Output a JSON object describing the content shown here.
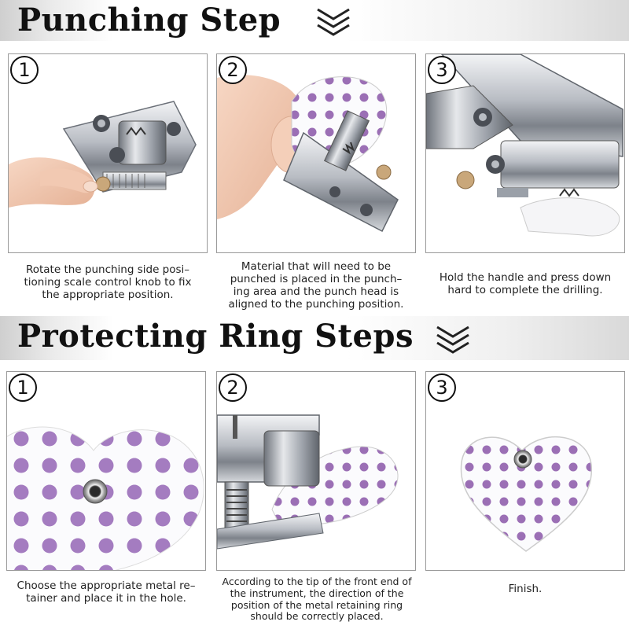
{
  "section1": {
    "title": "Punching Step",
    "steps": [
      {
        "number": "1",
        "caption": [
          "Rotate the punching side posi–",
          "tioning scale control knob to fix",
          "the appropriate position."
        ]
      },
      {
        "number": "2",
        "caption": [
          "Material that will need to be",
          "punched is placed in the punch–",
          "ing area and the punch head is",
          "aligned to the punching position."
        ]
      },
      {
        "number": "3",
        "caption": [
          "Hold the handle and press down",
          "hard to complete the drilling."
        ]
      }
    ]
  },
  "section2": {
    "title": "Protecting Ring Steps",
    "steps": [
      {
        "number": "1",
        "caption": [
          "Choose the appropriate metal re–",
          "tainer and place it in the hole."
        ]
      },
      {
        "number": "2",
        "caption": [
          "According to the tip of the front end of",
          "the instrument, the direction of the",
          "position of the metal retaining ring",
          "should be correctly placed."
        ]
      },
      {
        "number": "3",
        "caption": [
          "Finish."
        ]
      }
    ]
  },
  "icons": {
    "chevron": "triple-chevron-down-icon",
    "photo1": "hand-adjusting-punch-photo",
    "photo2": "material-placed-in-punch-photo",
    "photo3": "press-handle-punch-photo",
    "photo4": "heart-with-eyelet-closeup-photo",
    "photo5": "pliers-setting-ring-photo",
    "photo6": "finished-heart-tag-photo"
  },
  "colors": {
    "dot": "#9b6fb5",
    "metal": "#c9ccd1",
    "accent_bronze": "#c9a77a"
  }
}
